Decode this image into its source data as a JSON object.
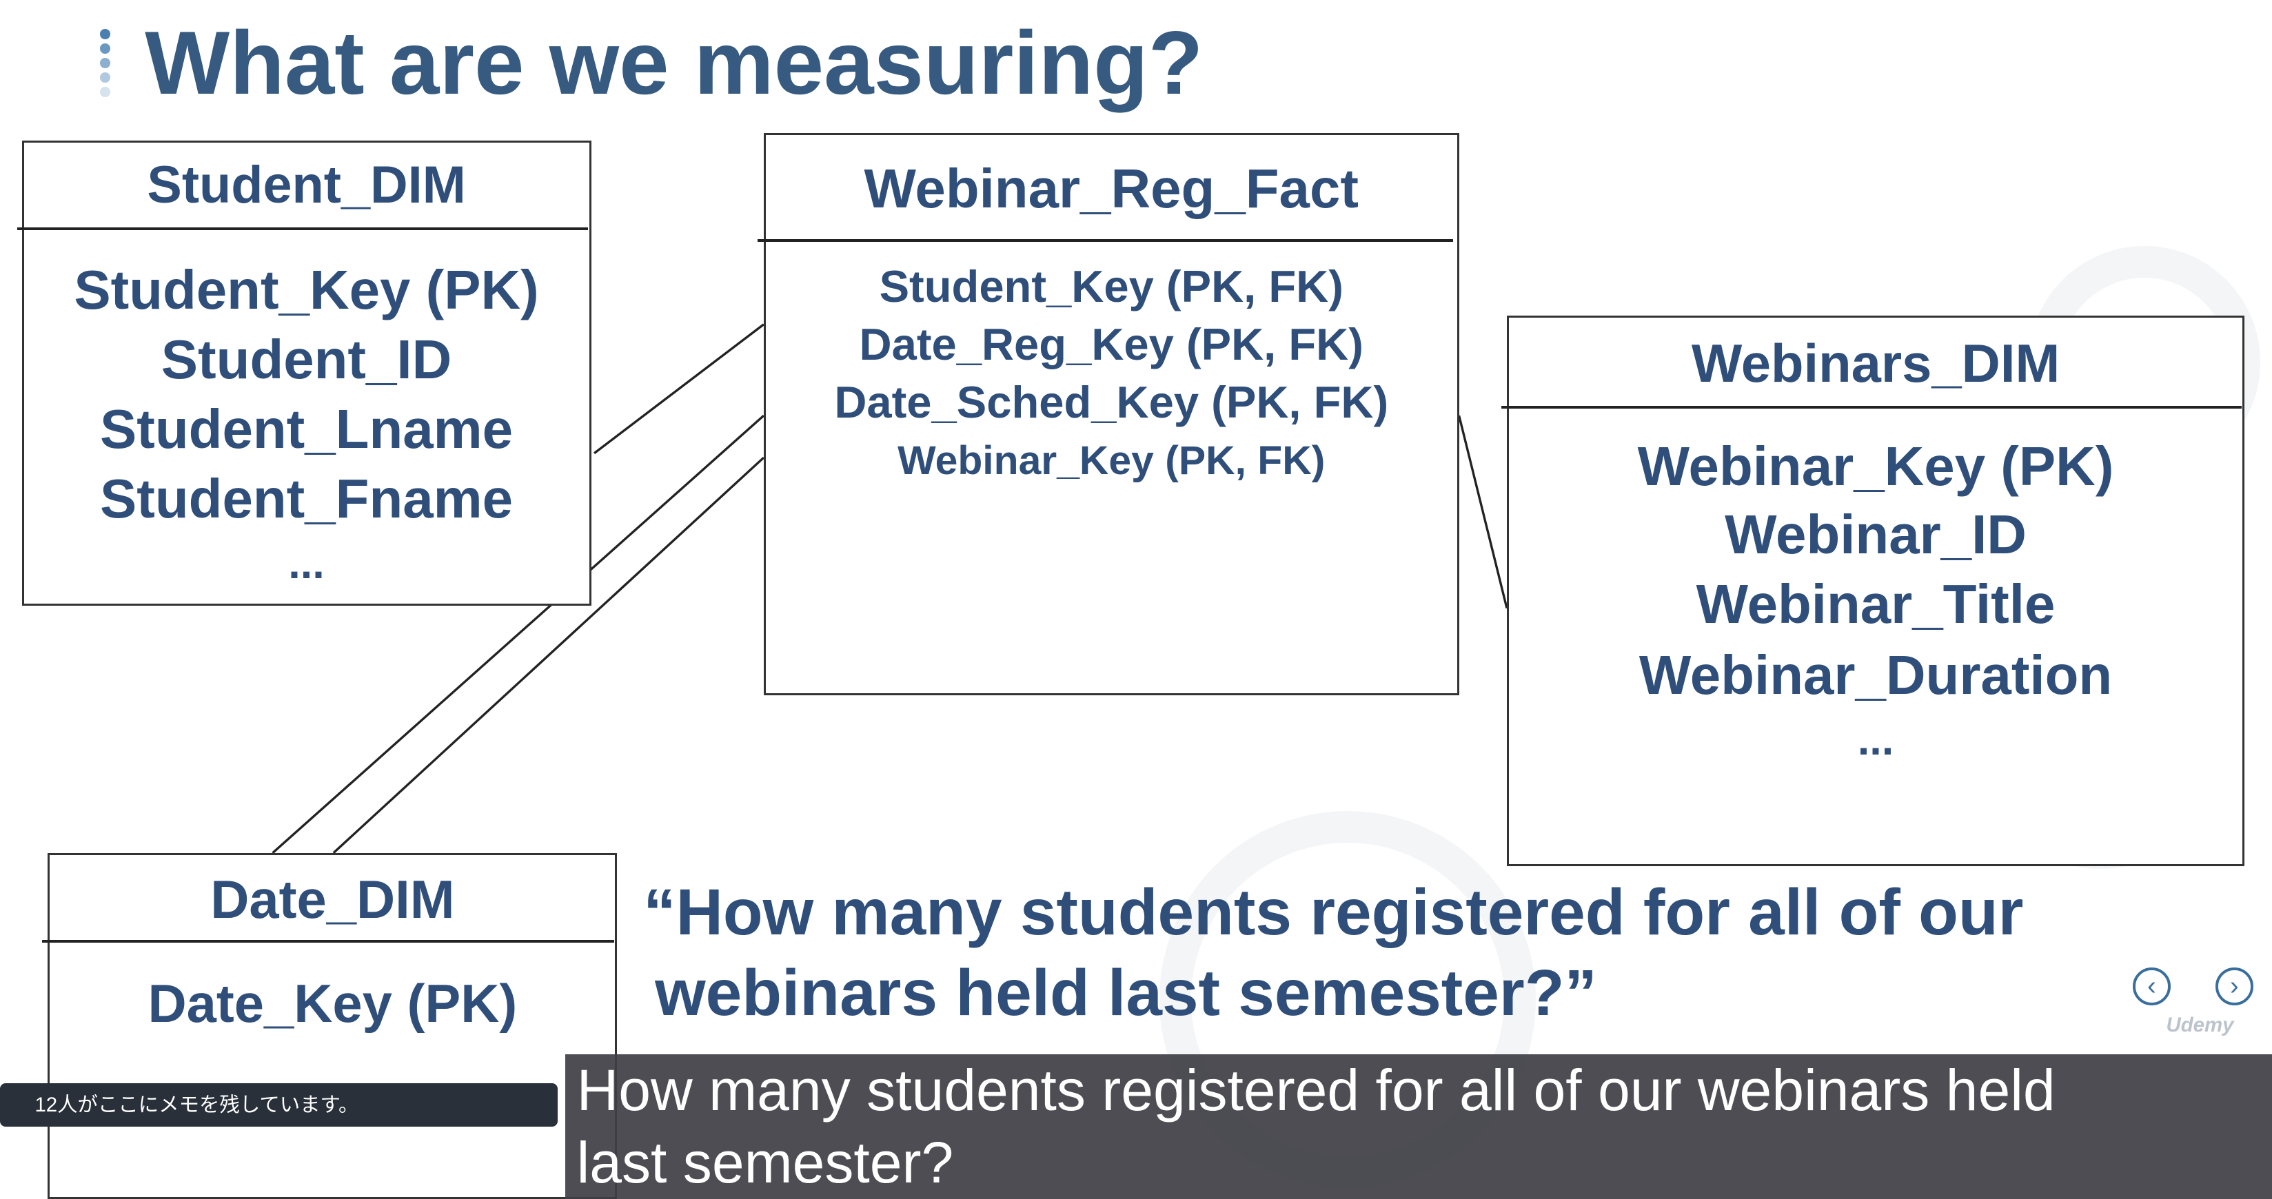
{
  "slide": {
    "title": "What are we measuring?",
    "tables": {
      "student_dim": {
        "name": "Student_DIM",
        "fields": [
          "Student_Key (PK)",
          "Student_ID",
          "Student_Lname",
          "Student_Fname",
          "..."
        ]
      },
      "webinar_reg_fact": {
        "name": "Webinar_Reg_Fact",
        "fields": [
          "Student_Key (PK, FK)",
          "Date_Reg_Key (PK, FK)",
          "Date_Sched_Key (PK, FK)",
          "Webinar_Key (PK, FK)"
        ]
      },
      "webinars_dim": {
        "name": "Webinars_DIM",
        "fields": [
          "Webinar_Key (PK)",
          "Webinar_ID",
          "Webinar_Title",
          "Webinar_Duration",
          "..."
        ]
      },
      "date_dim": {
        "name": "Date_DIM",
        "fields": [
          "Date_Key (PK)"
        ]
      }
    },
    "quote_line1": "“How many students registered for all of our",
    "quote_line2": "webinars held last semester?”",
    "watermark": "Udemy"
  },
  "player": {
    "caption_line1": "How many students registered for all of our webinars held",
    "caption_line2": "last semester?",
    "notes_badge": "12人がここにメモを残しています。",
    "prev_icon": "chevron-left-circle-icon",
    "next_icon": "chevron-right-circle-icon"
  },
  "colors": {
    "accent": "#2f4f7a",
    "title": "#375a80"
  }
}
